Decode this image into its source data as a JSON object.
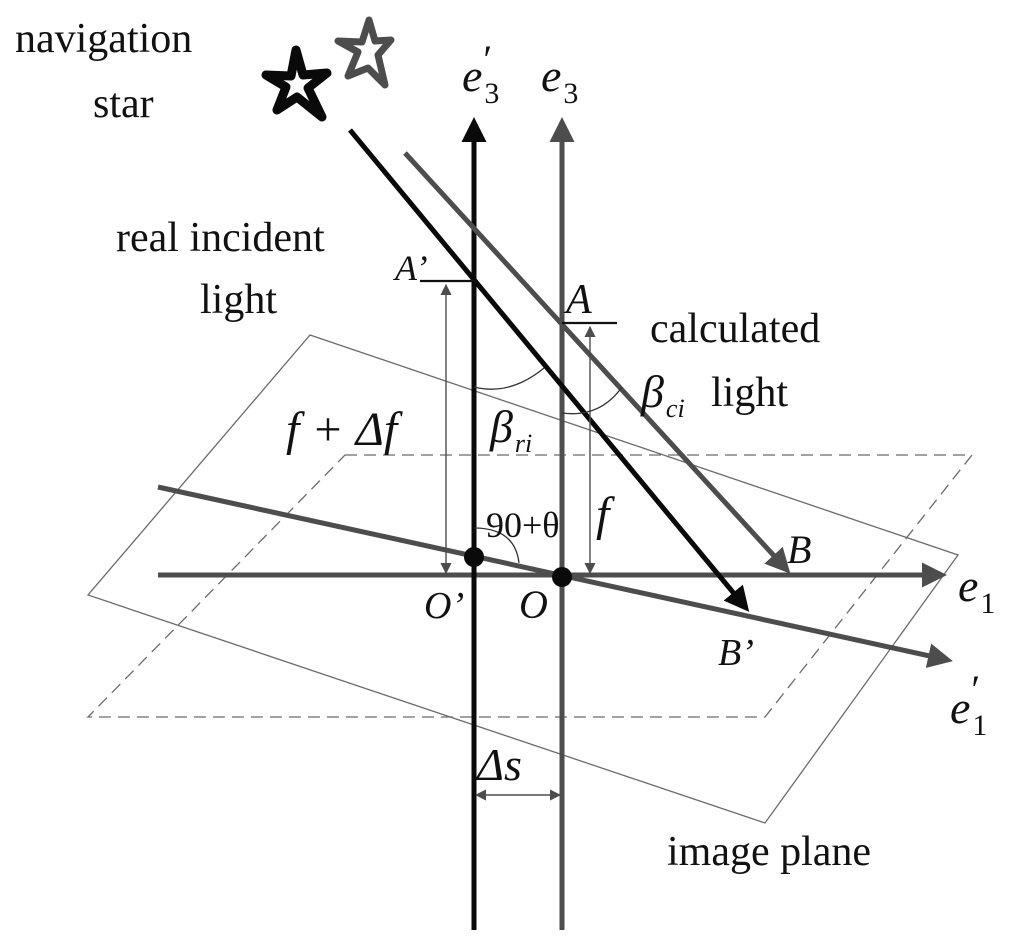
{
  "colors": {
    "background": "#ffffff",
    "black": "#0a0a0a",
    "gray": "#4d4d4d",
    "thin": "#555555"
  },
  "labels": {
    "navigation_star_line1": "navigation",
    "navigation_star_line2": "star",
    "real_incident_line1": "real incident",
    "real_incident_line2": "light",
    "calculated_line1": "calculated",
    "calculated_line2": "light",
    "image_plane": "image plane",
    "angle_theta": "90+θ",
    "e3_prime": "e",
    "e3_prime_sub": "3",
    "e3_prime_mark": "′",
    "e3": "e",
    "e3_sub": "3",
    "e1": "e",
    "e1_sub": "1",
    "e1_prime": "e",
    "e1_prime_sub": "1",
    "e1_prime_mark": "′",
    "point_A_prime": "A’",
    "point_A": "A",
    "point_B": "B",
    "point_B_prime": "B’",
    "origin_O_prime": "O’",
    "origin_O": "O",
    "f_plus_delta_f": "f + Δf",
    "f": "f",
    "delta_s": "Δs",
    "beta_ri": "β",
    "beta_ri_sub": "ri",
    "beta_ci": "β",
    "beta_ci_sub": "ci"
  }
}
